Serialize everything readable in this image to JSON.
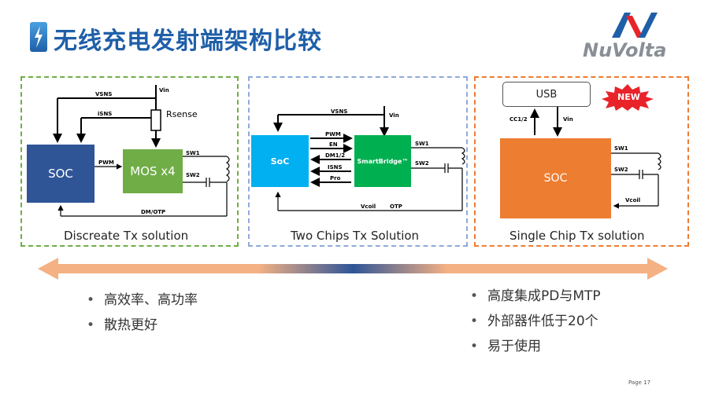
{
  "header": {
    "title": "无线充电发射端架构比较",
    "logo": "NuVolta"
  },
  "panels": {
    "discrete": {
      "soc": "SOC",
      "mos": "MOS x4",
      "rsense": "Rsense",
      "vin": "Vin",
      "vsns": "VSNS",
      "isns": "iSNS",
      "pwm": "PWM",
      "sw1": "SW1",
      "sw2": "SW2",
      "dm_otp": "DM/OTP",
      "caption": "Discreate Tx solution"
    },
    "two_chip": {
      "soc": "SoC",
      "bridge": "SmartBridge™",
      "vin": "Vin",
      "vsns": "VSNS",
      "signals": [
        "PWM",
        "EN",
        "DM1/2",
        "ISNS",
        "Pro"
      ],
      "sw1": "SW1",
      "sw2": "SW2",
      "vcoil": "Vcoil",
      "otp": "OTP",
      "caption": "Two Chips Tx Solution"
    },
    "single_chip": {
      "usb": "USB",
      "new_badge": "NEW",
      "cc": "CC1/2",
      "vin": "Vin",
      "soc": "SOC",
      "sw1": "SW1",
      "sw2": "SW2",
      "vcoil": "Vcoil",
      "caption": "Single Chip Tx solution"
    }
  },
  "bullets_left": [
    "高效率、高功率",
    "散热更好"
  ],
  "bullets_right": [
    "高度集成PD与MTP",
    "外部器件低于20个",
    "易于使用"
  ],
  "bullet_symbol": "•",
  "footer": {
    "page": "Page 17"
  },
  "colors": {
    "title": "#1f5fa8",
    "soc_discrete": "#2f5597",
    "mos": "#70ad47",
    "soc_two_chip": "#00b0f0",
    "bridge": "#00b050",
    "soc_single": "#ed7d31",
    "new_badge": "#e8232a"
  }
}
